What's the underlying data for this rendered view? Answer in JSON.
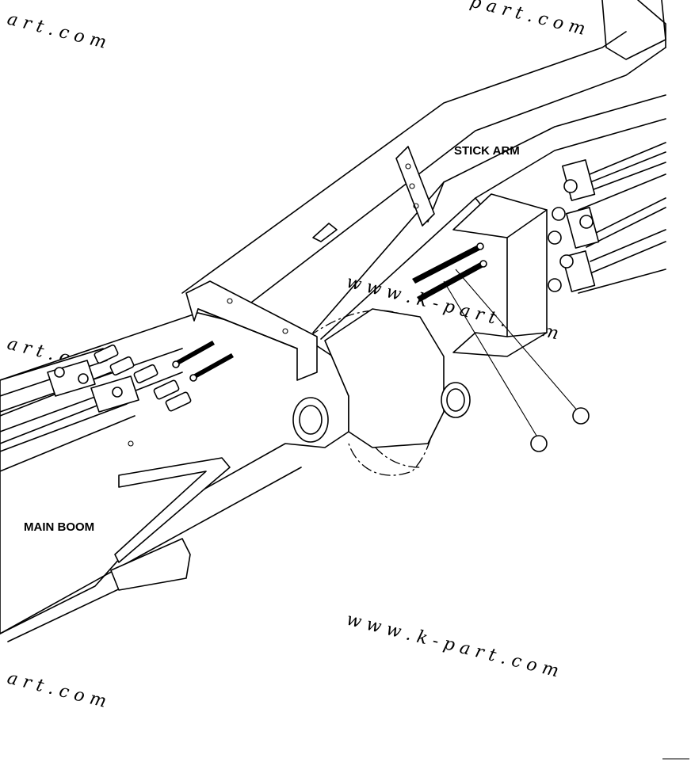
{
  "labels": {
    "stick_arm": "STICK ARM",
    "main_boom": "MAIN BOOM"
  },
  "watermarks": {
    "top_left": "a r t . c o m",
    "top_right": "p a r t . c o m",
    "middle_right": "w w w . k - p a r t . c o m",
    "middle_left": "a r t . c o m",
    "bottom_right": "w w w . k - p a r t . c o m",
    "bottom_left": "a r t . c o m"
  },
  "callouts": [
    "",
    ""
  ]
}
